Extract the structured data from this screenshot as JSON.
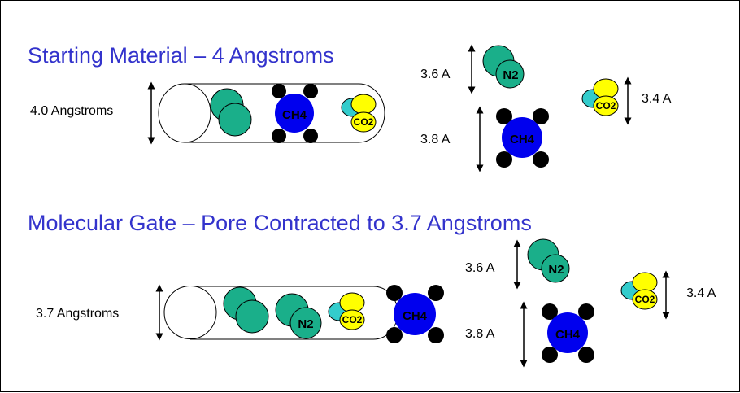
{
  "section1": {
    "title": "Starting Material – 4 Angstroms",
    "pore_label": "4.0 Angstroms",
    "n2": {
      "size": "3.6 A",
      "formula": "N2"
    },
    "co2": {
      "size": "3.4 A",
      "formula": "CO2"
    },
    "ch4": {
      "size": "3.8 A",
      "formula": "CH4"
    }
  },
  "section2": {
    "title": "Molecular Gate – Pore Contracted to 3.7 Angstroms",
    "pore_label": "3.7 Angstroms",
    "n2": {
      "size": "3.6 A",
      "formula": "N2"
    },
    "co2": {
      "size": "3.4 A",
      "formula": "CO2"
    },
    "ch4": {
      "size": "3.8 A",
      "formula": "CH4"
    }
  },
  "colors": {
    "title": "#3333cc",
    "n2_green": "#1aaf8a",
    "ch4_blue": "#0000ee",
    "co2_yellow": "#ffff00",
    "co2_teal": "#33cccc",
    "black": "#000000"
  }
}
